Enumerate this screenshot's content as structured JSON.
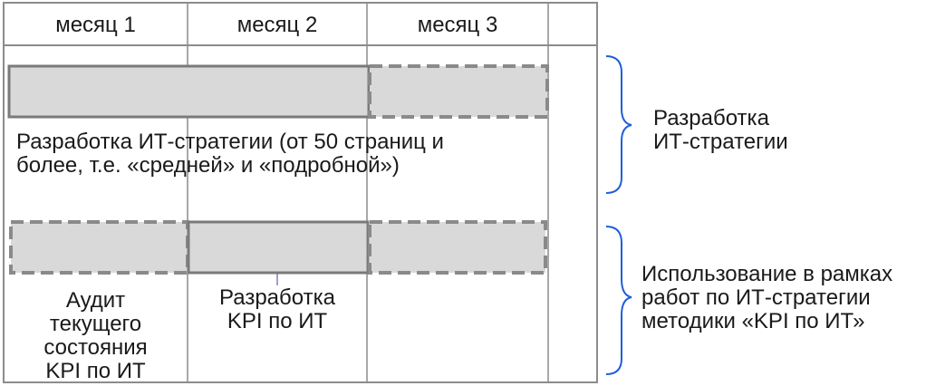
{
  "header": {
    "months": [
      "месяц 1",
      "месяц 2",
      "месяц 3"
    ]
  },
  "rows": [
    {
      "caption_lines": [
        "Разработка ИТ-стратегии (от 50 страниц и",
        "более, т.е. «средней» и «подробной»)"
      ],
      "bracket_label_lines": [
        "Разработка",
        "ИТ-стратегии"
      ]
    },
    {
      "task_audit_lines": [
        "Аудит",
        "текущего",
        "состояния",
        "KPI по ИТ"
      ],
      "task_kpi_lines": [
        "Разработка",
        "KPI по ИТ"
      ],
      "bracket_label_lines": [
        "Использование в рамках",
        "работ по ИТ-стратегии",
        "методики «KPI по ИТ»"
      ]
    }
  ],
  "colors": {
    "grid": "#8c8c8c",
    "bar_fill": "#d9d9d9",
    "bar_border_solid": "#7a7a7a",
    "bar_border_dashed": "#8a8a8a",
    "bracket": "#1f5fd6"
  }
}
